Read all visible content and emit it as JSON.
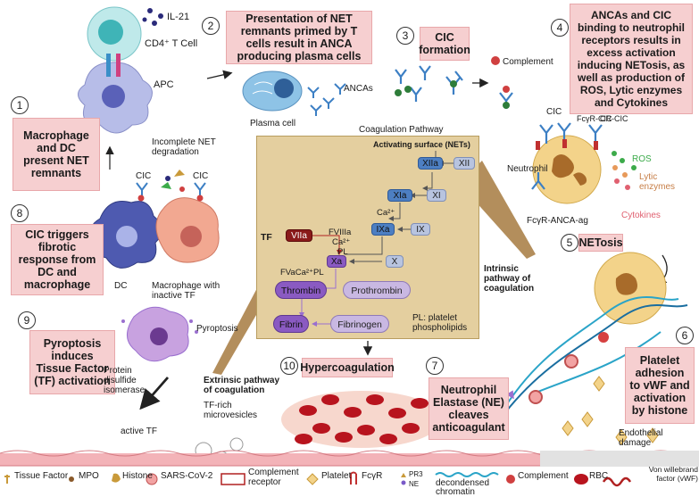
{
  "steps": {
    "s1": {
      "num": "1",
      "text": "Macrophage and DC present NET remnants"
    },
    "s2": {
      "num": "2",
      "text": "Presentation of NET remnants primed by T cells result in ANCA producing plasma cells"
    },
    "s3": {
      "num": "3",
      "text": "CIC formation"
    },
    "s4": {
      "num": "4",
      "text": "ANCAs and CIC binding to neutrophil receptors results in excess activation inducing NETosis, as well as  production of ROS, Lytic enzymes and Cytokines"
    },
    "s5": {
      "num": "5",
      "text": "NETosis"
    },
    "s6": {
      "num": "6",
      "text": "Platelet adhesion to vWF and activation by histone"
    },
    "s7": {
      "num": "7",
      "text": "Neutrophil Elastase (NE) cleaves anticoagulant"
    },
    "s8": {
      "num": "8",
      "text": "CIC triggers fibrotic response from DC and macrophage"
    },
    "s9": {
      "num": "9",
      "text": "Pyroptosis induces Tissue Factor (TF) activation"
    },
    "s10": {
      "num": "10",
      "text": "Hypercoagulation"
    }
  },
  "labels": {
    "il21": "IL-21",
    "cd4": "CD4⁺ T Cell",
    "apc": "APC",
    "ancas": "ANCAs",
    "plasma_cell": "Plasma cell",
    "complement": "Complement",
    "cic_a": "CIC",
    "cic_b": "CIC",
    "cic_c": "CIC",
    "fcgr_cic": "FcγR-CIC",
    "cr_cic": "CR-CIC",
    "neutrophil": "Neutrophil",
    "ros": "ROS",
    "lytic": "Lytic enzymes",
    "cytokines": "Cytokines",
    "fcgr_anca": "FcγR-ANCA-ag",
    "incomplete_net": "Incomplete NET degradation",
    "dc": "DC",
    "macrophage_tf": "Macrophage with inactive TF",
    "pyroptosis": "Pyroptosis",
    "pdi": "Protein disulfide isomerase",
    "extrinsic": "Extrinsic pathway of coagulation",
    "tf_micro": "TF-rich microvesicles",
    "active_tf": "active TF",
    "intrinsic": "Intrinsic pathway of coagulation",
    "endothelial": "Endothelial damage"
  },
  "cascade": {
    "title": "Coagulation Pathway",
    "surface": "Activating surface (NETs)",
    "XIIa": "XIIa",
    "XII": "XII",
    "XIa": "XIa",
    "XI": "XI",
    "Ca1": "Ca²⁺",
    "IXa": "IXa",
    "IX": "IX",
    "TF": "TF",
    "VIIa": "VIIa",
    "FVIIIa": "FVIIIa",
    "Ca2": "Ca²⁺",
    "PL": "PL",
    "Xa": "Xa",
    "X": "X",
    "FVa": "FVaCa²⁺PL",
    "Thrombin": "Thrombin",
    "Prothrombin": "Prothrombin",
    "Fibrin": "Fibrin",
    "Fibrinogen": "Fibrinogen",
    "pl_note": "PL: platelet phospholipids"
  },
  "legend": {
    "tissue_factor": "Tissue Factor",
    "mpo": "MPO",
    "histone": "Histone",
    "sars": "SARS-CoV-2",
    "complement_receptor": "Complement receptor",
    "platelet": "Platelet",
    "fcgr": "FcγR",
    "pr3": "PR3",
    "ne": "NE",
    "chromatin": "decondensed chromatin",
    "complement": "Complement",
    "rbc": "RBC",
    "vwf": "Von willebrand factor (vWF)"
  },
  "colors": {
    "step_box": "#f6cfd0",
    "cascade_bg": "#e4cf9f",
    "active_factor": "#4d7fc2",
    "thrombin": "#8a5ac2",
    "ros": "#3cab4a",
    "lytic": "#c77f48",
    "cytokines": "#e06070"
  }
}
